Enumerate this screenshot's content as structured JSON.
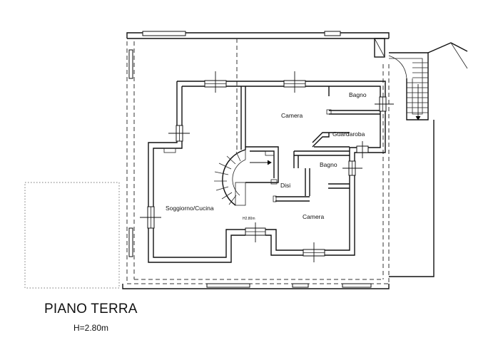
{
  "plan": {
    "title": "PIANO TERRA",
    "height_note": "H=2.80m",
    "inner_height_note": "H2.80m",
    "rooms": [
      {
        "id": "bagno-1",
        "label": "Bagno"
      },
      {
        "id": "camera-1",
        "label": "Camera"
      },
      {
        "id": "guardaroba",
        "label": "Guardaroba"
      },
      {
        "id": "bagno-2",
        "label": "Bagno"
      },
      {
        "id": "disi",
        "label": "Disi"
      },
      {
        "id": "soggiorno",
        "label": "Soggiorno/Cucina"
      },
      {
        "id": "camera-2",
        "label": "Camera"
      }
    ]
  }
}
